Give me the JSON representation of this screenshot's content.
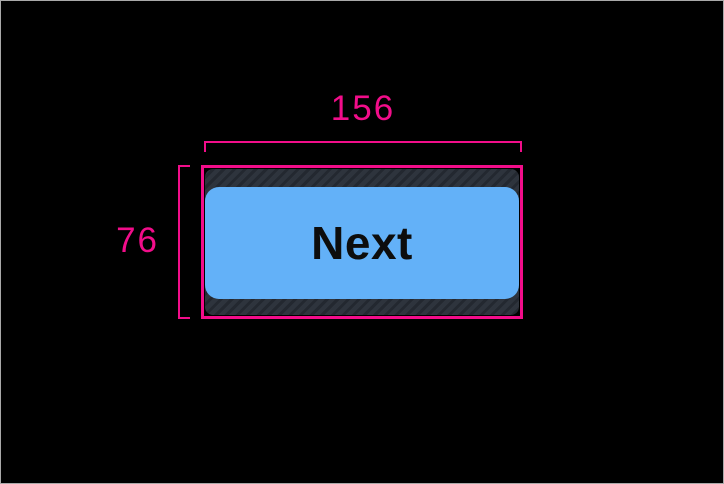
{
  "annotations": {
    "width_label": "156",
    "height_label": "76"
  },
  "button": {
    "label": "Next"
  },
  "colors": {
    "annotation_pink": "#f20d8a",
    "button_blue": "#63b1f8",
    "touch_target_base": "#2e343d",
    "touch_target_stripe": "#232830",
    "button_text": "#0d0d0d",
    "canvas_background": "#000000",
    "frame_border": "#a9a9a9"
  }
}
